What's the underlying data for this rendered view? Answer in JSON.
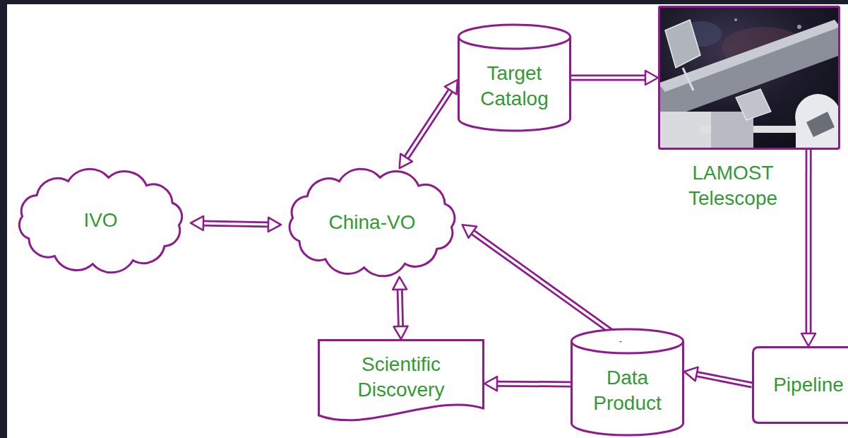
{
  "diagram": {
    "nodes": [
      {
        "text": [
          "Target Catalog"
        ]
      },
      {
        "text": [
          "LAMOST Telescope"
        ]
      },
      {
        "text": [
          "IVO"
        ]
      },
      {
        "text": [
          "China-VO"
        ]
      },
      {
        "text": [
          "Scientific Discovery"
        ]
      },
      {
        "text": [
          "Data Product"
        ]
      },
      {
        "text": [
          "Pipeline"
        ]
      }
    ],
    "edges": [
      {
        "from": 0,
        "to": 1,
        "arrow": "to"
      },
      {
        "from": 1,
        "to": 6,
        "arrow": "to"
      },
      {
        "from": 6,
        "to": 5,
        "arrow": "to"
      },
      {
        "from": 5,
        "to": 4,
        "arrow": "to"
      },
      {
        "from": 5,
        "to": 3,
        "arrow": "to"
      },
      {
        "from": 3,
        "to": 0,
        "arrow": "both"
      },
      {
        "from": 2,
        "to": 3,
        "arrow": "both"
      },
      {
        "from": 3,
        "to": 4,
        "arrow": "both"
      }
    ]
  }
}
